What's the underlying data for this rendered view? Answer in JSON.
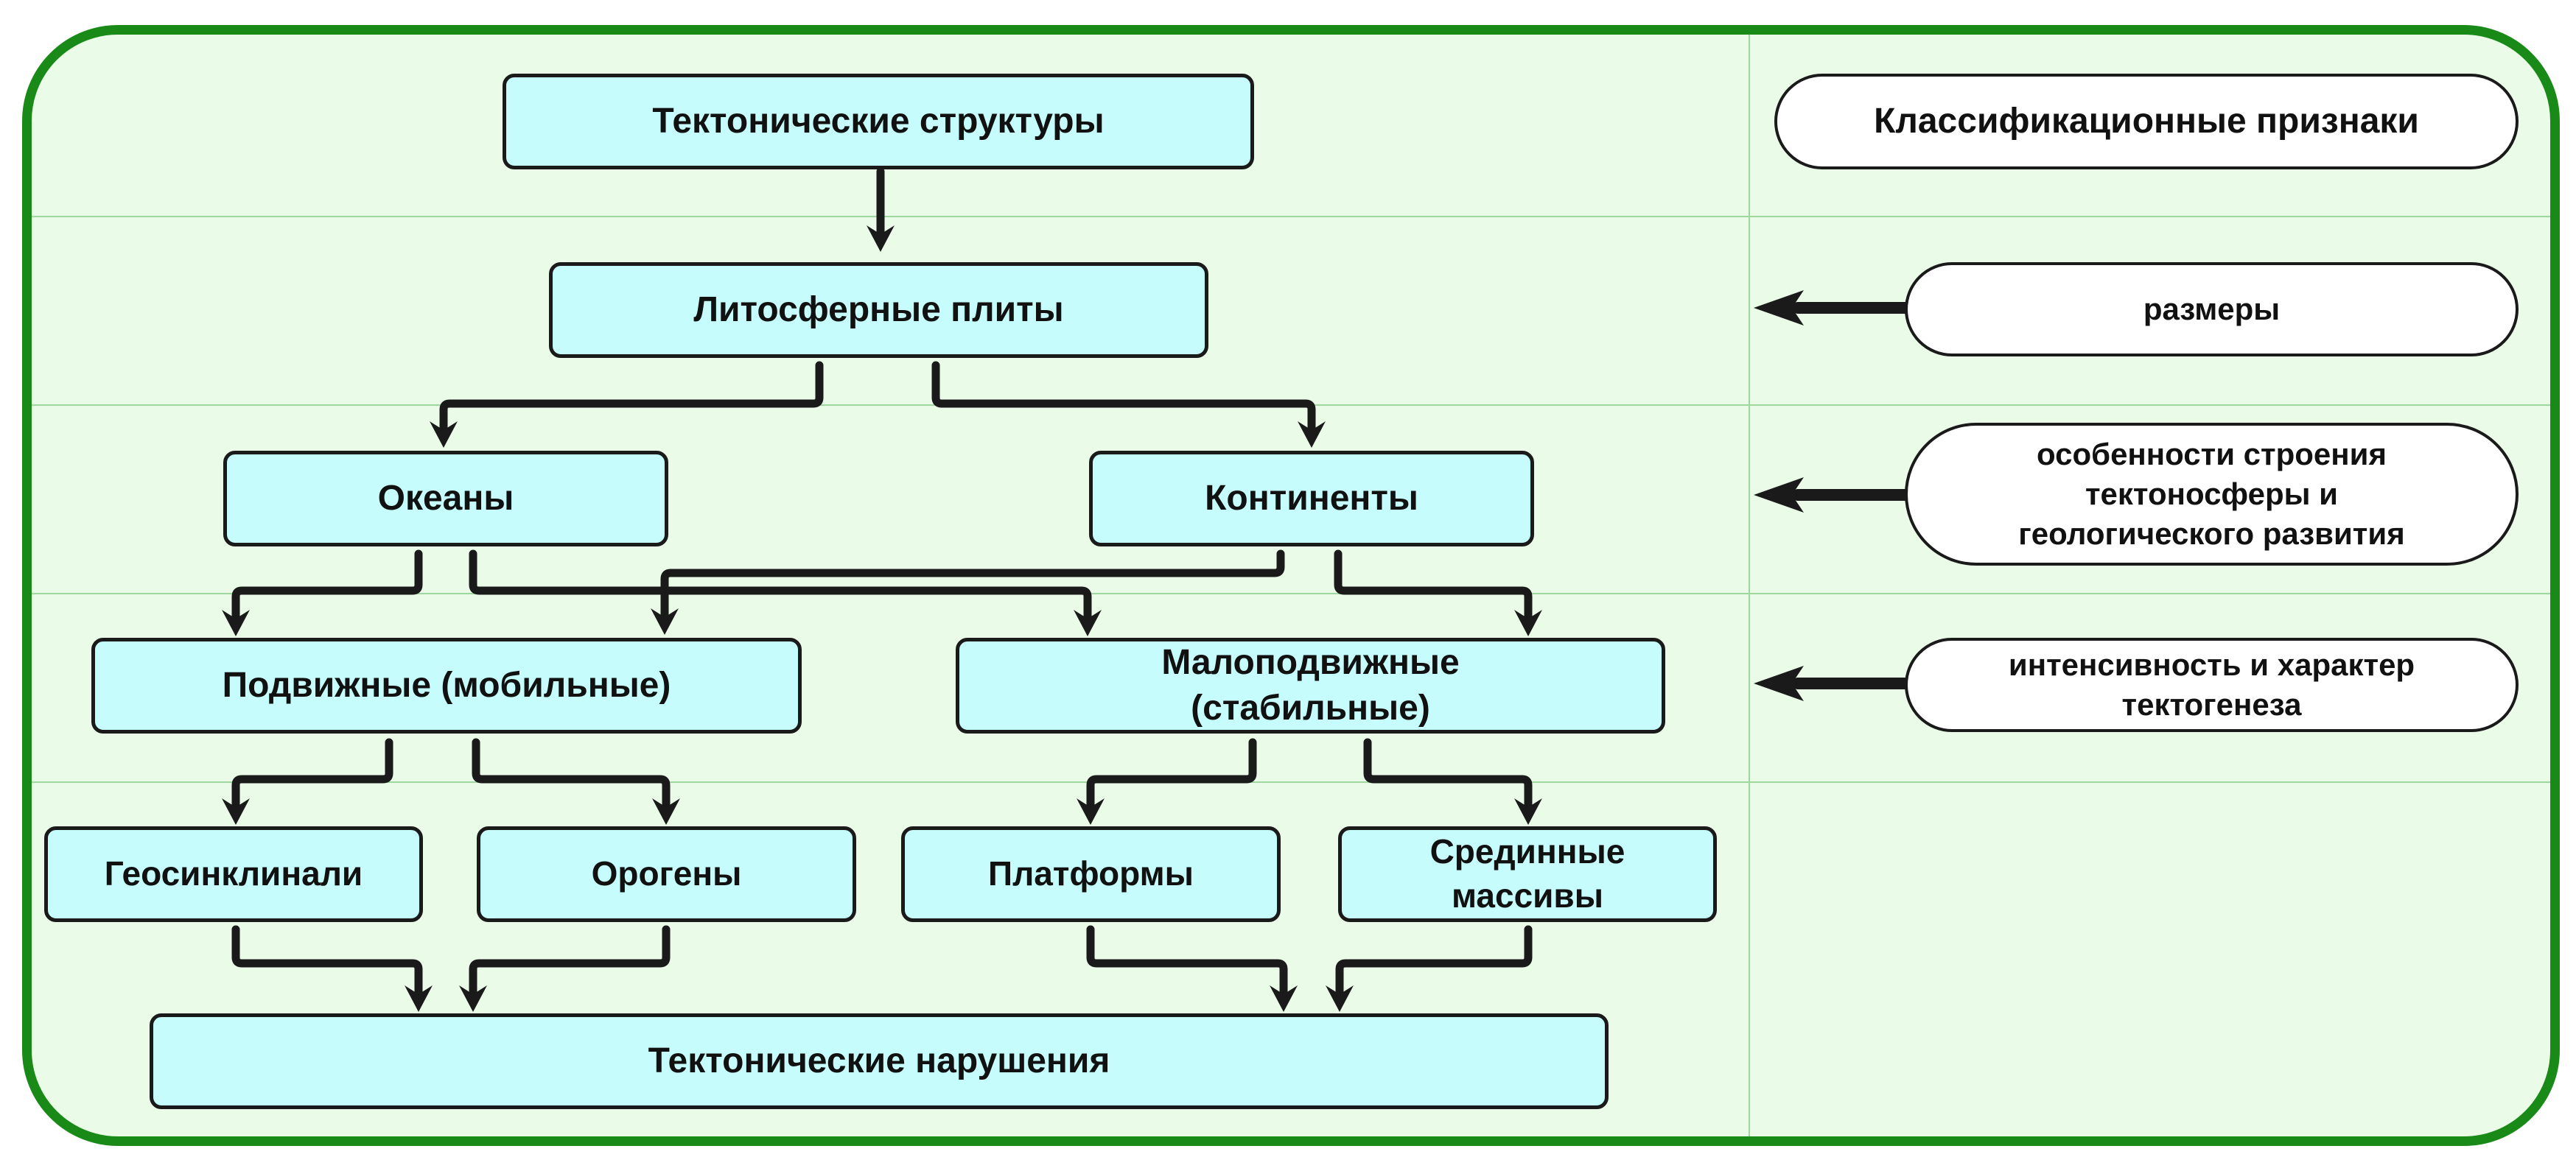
{
  "diagram": {
    "title": "Тектонические структуры",
    "lithosphere": "Литосферные плиты",
    "oceans": "Океаны",
    "continents": "Континенты",
    "mobile": "Подвижные (мобильные)",
    "stable_line1": "Малоподвижные",
    "stable_line2": "(стабильные)",
    "geosynclines": "Геосинклинали",
    "orogens": "Орогены",
    "platforms": "Платформы",
    "median_line1": "Срединные",
    "median_line2": "массивы",
    "disturbances": "Тектонические нарушения"
  },
  "criteria": {
    "header": "Классификационные признаки",
    "size": "размеры",
    "structure_line1": "особенности строения",
    "structure_line2": "тектоносферы и",
    "structure_line3": "геологического развития",
    "intensity_line1": "интенсивность и характер",
    "intensity_line2": "тектогенеза"
  },
  "colors": {
    "frame_border": "#198a18",
    "background": "#eafbe8",
    "box_fill": "#c6fcfc",
    "pill_fill": "#ffffff",
    "connector": "#1a1a1a"
  }
}
